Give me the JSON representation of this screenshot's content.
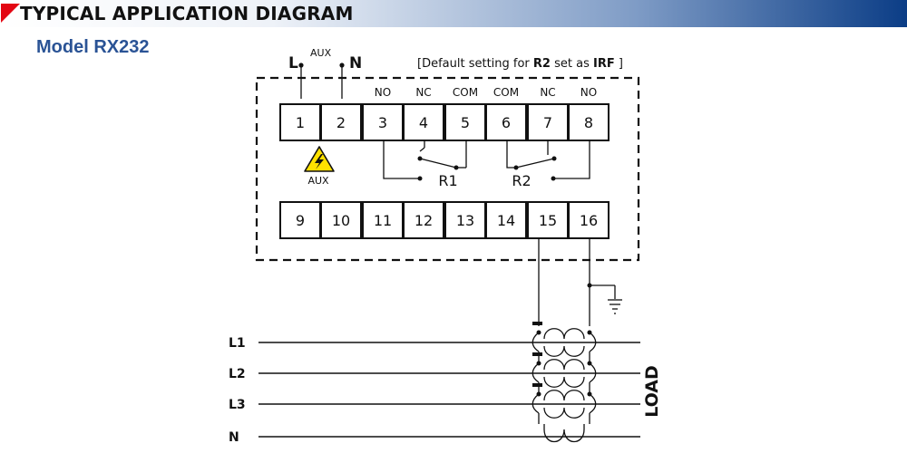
{
  "header": {
    "title": "TYPICAL APPLICATION DIAGRAM"
  },
  "model": {
    "label": "Model RX232"
  },
  "aux": {
    "l": "L",
    "aux": "AUX",
    "n": "N"
  },
  "note": {
    "prefix": "[Default setting for ",
    "relay": "R2",
    "mid": " set as ",
    "mode": "IRF",
    "suffix": " ]"
  },
  "terminals_top": [
    "1",
    "2",
    "3",
    "4",
    "5",
    "6",
    "7",
    "8"
  ],
  "contact_labels": [
    "NO",
    "NC",
    "COM",
    "COM",
    "NC",
    "NO"
  ],
  "terminals_bottom": [
    "9",
    "10",
    "11",
    "12",
    "13",
    "14",
    "15",
    "16"
  ],
  "relays": {
    "r1": "R1",
    "r2": "R2"
  },
  "warning": {
    "label": "AUX"
  },
  "lines": [
    "L1",
    "L2",
    "L3",
    "N"
  ],
  "load": {
    "label": "LOAD"
  },
  "colors": {
    "warning_yellow": "#ffe100",
    "flag_red": "#e30613",
    "title_blue": "#2a5395",
    "header_dark": "#0b3d86"
  }
}
